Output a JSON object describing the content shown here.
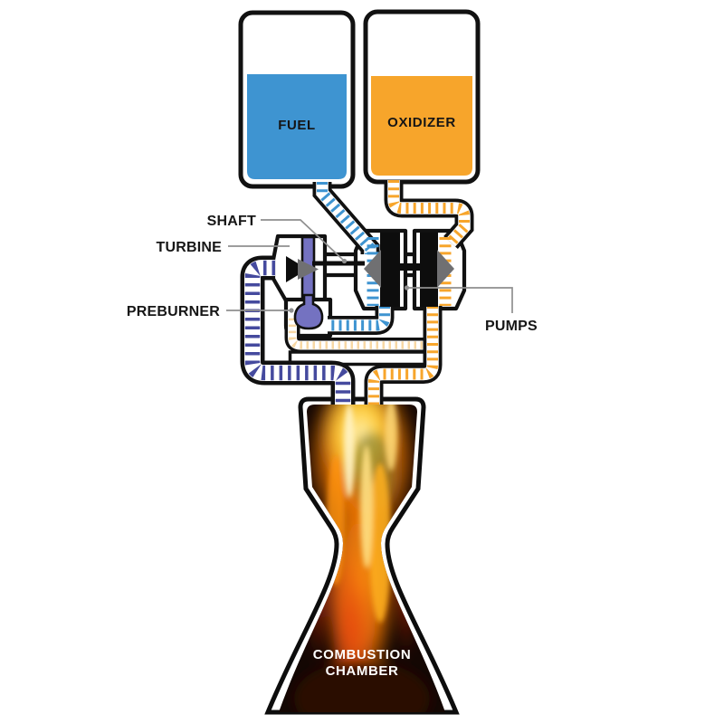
{
  "diagram": {
    "subject": "rocket-engine-propellant-flow-schematic",
    "tanks": {
      "fuel": {
        "label": "FUEL"
      },
      "oxidizer": {
        "label": "OXIDIZER"
      }
    },
    "callouts": {
      "shaft": "SHAFT",
      "turbine": "TURBINE",
      "preburner": "PREBURNER",
      "pumps": "PUMPS"
    },
    "chamber": {
      "label_line1": "COMBUSTION",
      "label_line2": "CHAMBER"
    },
    "colors": {
      "fuel": "#3E94D1",
      "oxidizer": "#F7A52B",
      "turbine_exhaust": "#454A9E",
      "preburner_oxidizer_feed": "#F8D8A4",
      "shaft_purple": "#7472C1",
      "rotor_gray": "#707072",
      "outline": "#111111",
      "pointer_gray": "#8F8F8F",
      "flame_core": "#FFD23E",
      "flame_mid": "#F97B07",
      "flame_deep": "#B3260F",
      "chamber_dark": "#140703"
    }
  }
}
